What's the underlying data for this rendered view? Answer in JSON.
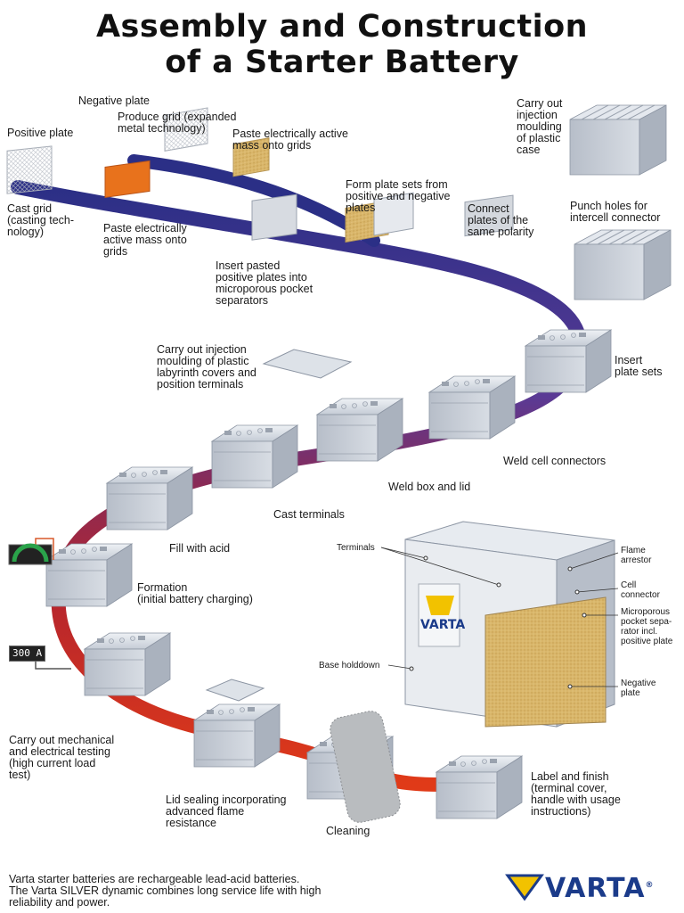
{
  "title": {
    "line1": "Assembly and Construction",
    "line2": "of a Starter Battery"
  },
  "steps": {
    "positive_plate": "Positive plate",
    "negative_plate": "Negative plate",
    "produce_grid": "Produce grid (expanded\nmetal technology)",
    "paste_neg": "Paste electrically active\nmass onto grids",
    "cast_grid": "Cast grid\n(casting tech-\nnology)",
    "paste_pos": "Paste electrically\nactive mass onto\ngrids",
    "form_plate_sets": "Form plate sets from\npositive and negative\nplates",
    "connect_plates": "Connect\nplates of the\nsame polarity",
    "carry_out_injection_case": "Carry out\ninjection\nmoulding\nof plastic\ncase",
    "punch_holes": "Punch holes for\nintercell connector",
    "insert_pasted": "Insert pasted\npositive plates into\nmicroporous pocket\nseparators",
    "insert_plate_sets": "Insert\nplate sets",
    "injection_covers": "Carry out injection\nmoulding of plastic\nlabyrinth covers and\nposition terminals",
    "weld_cell": "Weld cell connectors",
    "weld_box": "Weld box and lid",
    "cast_terminals": "Cast terminals",
    "fill_acid": "Fill with acid",
    "formation": "Formation\n(initial battery charging)",
    "testing": "Carry out mechanical\nand electrical testing\n(high current load\ntest)",
    "lid_sealing": "Lid sealing incorporating\nadvanced flame\nresistance",
    "cleaning": "Cleaning",
    "label_finish": "Label and finish\n(terminal cover,\nhandle with usage\ninstructions)"
  },
  "callouts": {
    "terminals": "Terminals",
    "flame_arrestor": "Flame\narrestor",
    "cell_connector": "Cell\nconnector",
    "separator": "Microporous\npocket sepa-\nrator incl.\npositive plate",
    "base_holddown": "Base holddown",
    "negative_plate": "Negative\nplate"
  },
  "meter": {
    "value": "300 A"
  },
  "battery_brand": "VARTA",
  "footer": {
    "text": "Varta starter batteries are rechargeable lead-acid batteries.\nThe Varta SILVER dynamic combines long service life with high\nreliability and power."
  },
  "logo": {
    "text": "VARTA",
    "registered": "®"
  },
  "colors": {
    "ribbon_start": "#2b2f86",
    "ribbon_mid": "#7a2560",
    "ribbon_end": "#e03a18",
    "battery_body": "#c9ced6",
    "brand_blue": "#1b3b8a",
    "brand_yellow": "#f2c200",
    "paste_orange": "#e8721c",
    "paste_tan": "#d9b66a"
  }
}
